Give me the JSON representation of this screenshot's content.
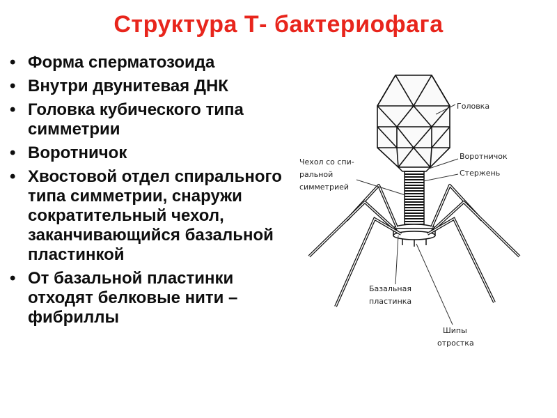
{
  "title": "Структура  Т- бактериофага",
  "bullet_symbol": "•",
  "bullets": [
    "Форма сперматозоида",
    "Внутри двунитевая ДНК",
    "Головка кубического типа симметрии",
    "Воротничок",
    "Хвостовой отдел спирального типа симметрии, снаружи сократительный чехол, заканчивающийся базальной пластинкой",
    "От базальной пластинки отходят белковые нити – фибриллы"
  ],
  "labels": {
    "head": "Головка",
    "collar": "Воротничок",
    "rod": "Стержень",
    "sheath_1": "Чехол со спи-",
    "sheath_2": "ральной",
    "sheath_3": "симметрией",
    "base_1": "Базальная",
    "base_2": "пластинка",
    "spikes_1": "Шипы",
    "spikes_2": "отростка"
  },
  "colors": {
    "title": "#e8251c",
    "text": "#0e0e0e"
  }
}
